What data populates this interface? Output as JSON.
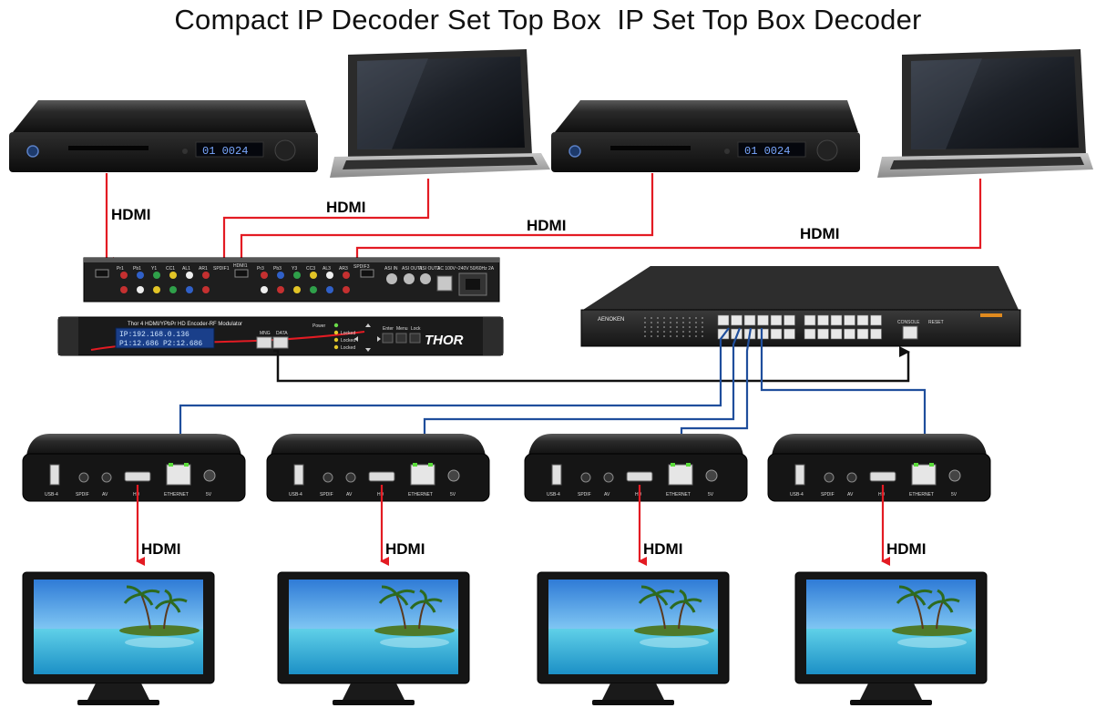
{
  "title": "Compact IP Decoder Set Top Box  IP Set Top Box Decoder",
  "connections": {
    "hdmi": "HDMI"
  },
  "encoder": {
    "model_label": "Thor 4 HDMI/YPbPr HD Encoder-RF Modulator",
    "lcd_line1": "IP:192.168.0.136",
    "lcd_line2": "P1:12.686 P2:12.686",
    "brand": "THOR",
    "port_labels": [
      "MNG",
      "DATA"
    ],
    "status_labels": [
      "Power",
      "Locked",
      "Locked",
      "Locked"
    ],
    "button_labels": [
      "Enter",
      "Menu",
      "Lock"
    ],
    "input_labels": [
      "Pr1",
      "Pb1",
      "Y1",
      "CC1",
      "AL1",
      "AR1",
      "SPDIF1",
      "HDMI1",
      "Pr3",
      "Pb3",
      "Y3",
      "CC3",
      "AL3",
      "AR3",
      "SPDIF3",
      "ASI IN",
      "ASI OUT1",
      "ASI OUT2"
    ],
    "power_label": "AC 100V~240V 50/60Hz 2A"
  },
  "switch": {
    "brand": "AENOKEN",
    "console_label": "CONSOLE",
    "reset_label": "RESET"
  },
  "set_top_box": {
    "port_labels": [
      "USB-4",
      "SPDIF",
      "AV",
      "HD",
      "ETHERNET",
      "5V"
    ],
    "count": 4
  },
  "colors": {
    "hdmi_cable": "#e31b23",
    "ethernet_cable": "#1f4e9c",
    "network_cable": "#111111",
    "sky": "#3f8fe0",
    "sea": "#38b6d8"
  },
  "icons": {
    "bluray": "blu-ray-player-icon",
    "laptop": "laptop-icon",
    "encoder": "encoder-modulator-icon",
    "switch": "network-switch-icon",
    "stb": "set-top-box-icon",
    "tv": "television-icon"
  }
}
